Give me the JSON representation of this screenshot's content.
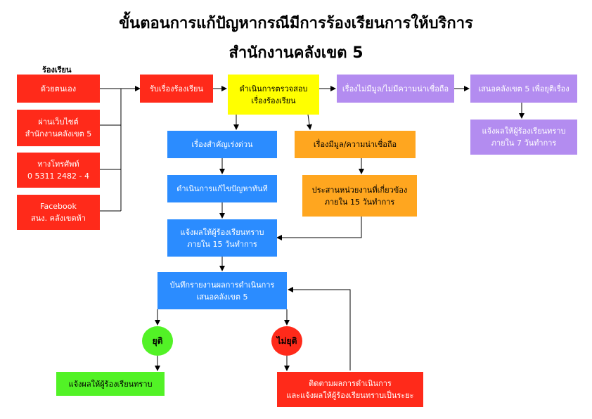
{
  "title": {
    "line1": "ขั้นตอนการแก้ปัญหากรณีมีการร้องเรียนการให้บริการ",
    "line2": "สำนักงานคลังเขต 5"
  },
  "channels": {
    "heading": "ร้องเรียน",
    "walk_in": "ด้วยตนเอง",
    "website": "ผ่านเว็บไซต์\nสำนักงานคลังเขต 5",
    "phone": "ทางโทรศัพท์\n0 5311 2482 - 4",
    "facebook": "Facebook\nสนง. คลังเขตห้า"
  },
  "flow": {
    "receive": "รับเรื่องร้องเรียน",
    "investigate": "ดำเนินการตรวจสอบ\nเรื่องร้องเรียน",
    "no_merit": "เรื่องไม่มีมูล/ไม่มีความน่าเชื่อถือ",
    "propose_end": "เสนอคลังเขต 5 เพื่อยุติเรื่อง",
    "notify_7days": "แจ้งผลให้ผู้ร้องเรียนทราบ\nภายใน 7 วันทำการ",
    "urgent": "เรื่องสำคัญเร่งด่วน",
    "has_merit": "เรื่องมีมูล/ความน่าเชื่อถือ",
    "fix_now": "ดำเนินการแก้ไขปัญหาทันที",
    "coordinate": "ประสานหน่วยงานที่เกี่ยวข้อง\nภายใน 15 วันทำการ",
    "notify_15days": "แจ้งผลให้ผู้ร้องเรียนทราบ\nภายใน 15 วันทำการ",
    "record_report": "บันทึกรายงานผลการดำเนินการ\nเสนอคลังเขต 5",
    "end_label": "ยุติ",
    "not_end_label": "ไม่ยุติ",
    "notify_done": "แจ้งผลให้ผู้ร้องเรียนทราบ",
    "follow_up": "ติดตามผลการดำเนินการ\nและแจ้งผลให้ผู้ร้องเรียนทราบเป็นระยะ"
  },
  "colors": {
    "red": "#ff2a1a",
    "yellow": "#ffff00",
    "purple": "#b38cf0",
    "blue": "#2b8cff",
    "orange": "#ffa61f",
    "green": "#52f226"
  }
}
